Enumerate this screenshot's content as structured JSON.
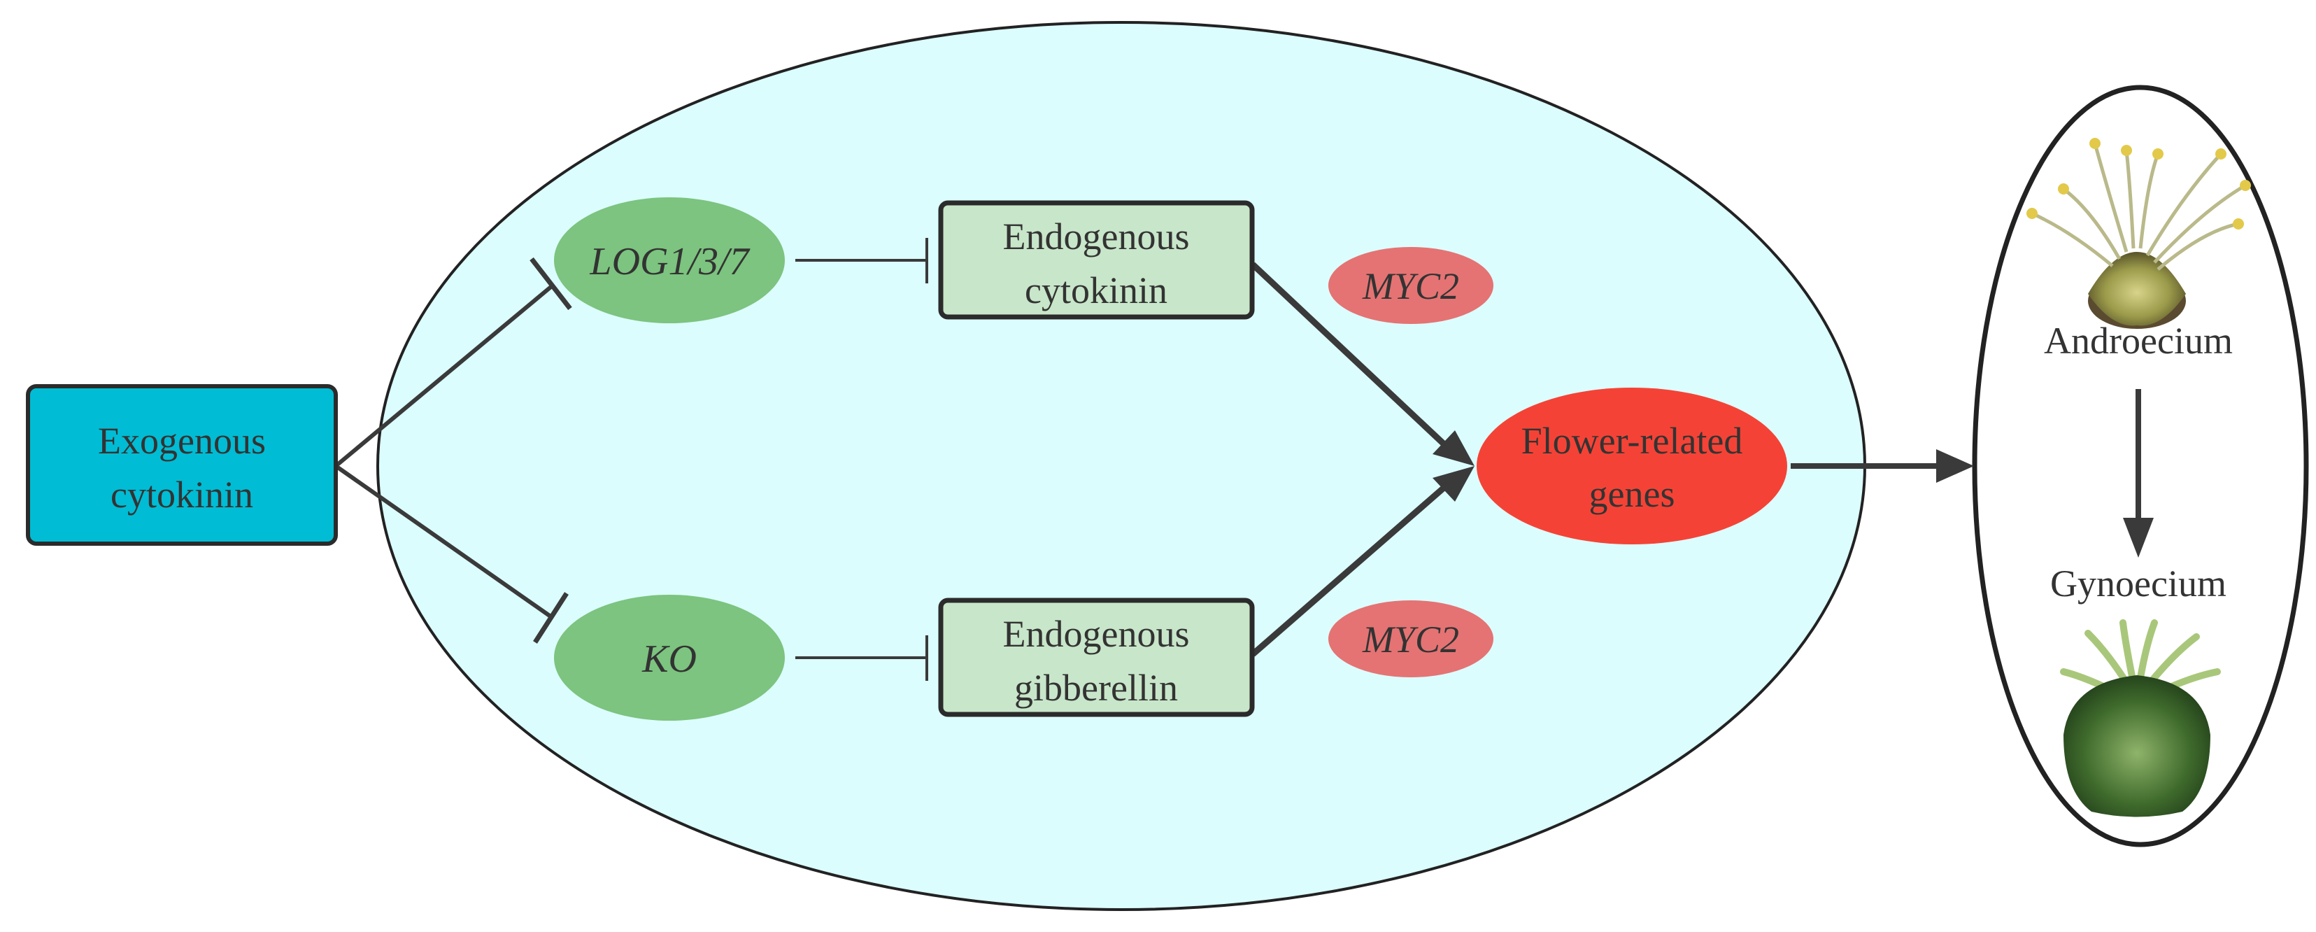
{
  "diagram": {
    "exogenous_cytokinin": {
      "line1": "Exogenous",
      "line2": "cytokinin"
    },
    "log_gene": "LOG1/3/7",
    "ko_gene": "KO",
    "endogenous_cytokinin": {
      "line1": "Endogenous",
      "line2": "cytokinin"
    },
    "endogenous_gibberellin": {
      "line1": "Endogenous",
      "line2": "gibberellin"
    },
    "myc2_upper": "MYC2",
    "myc2_lower": "MYC2",
    "flower_genes": {
      "line1": "Flower-related",
      "line2": "genes"
    },
    "androecium": "Androecium",
    "gynoecium": "Gynoecium"
  },
  "colors": {
    "cell_fill": "#dcfdfe",
    "exogenous_box": "#00bcd4",
    "gene_ellipse": "#7cc47f",
    "endogenous_box": "#c8e6c9",
    "myc2": "#e57373",
    "flower_genes": "#f44336",
    "line": "#333333"
  }
}
